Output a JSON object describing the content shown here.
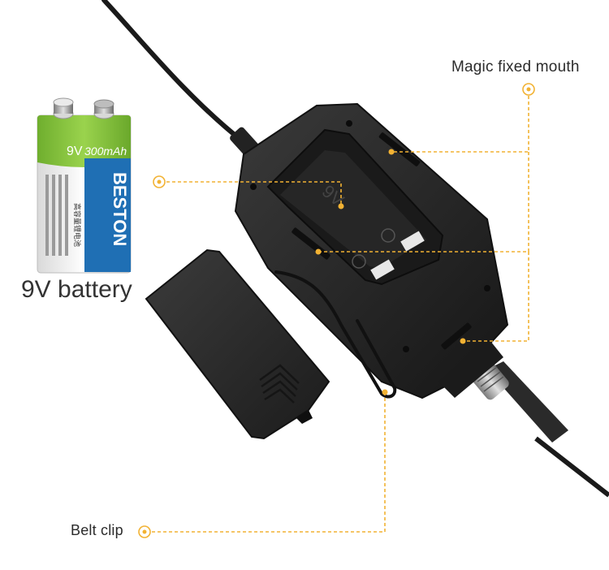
{
  "labels": {
    "magic_fixed_mouth": "Magic fixed mouth",
    "nine_volt_battery": "9V battery",
    "belt_clip": "Belt clip"
  },
  "battery": {
    "brand": "BESTON",
    "voltage": "9V",
    "capacity": "300mAh",
    "chinese_text": "高容量锂电池"
  },
  "colors": {
    "accent": "#f2b233",
    "device_body": "#2a2a2a",
    "battery_green": "#8bc53f",
    "battery_blue": "#1f6fb4",
    "label_text": "#2b2b2b"
  },
  "icons": {
    "callout_marker": "ring-dot-icon",
    "battery_cover_arrow": "chevron-up-ridges-icon"
  }
}
